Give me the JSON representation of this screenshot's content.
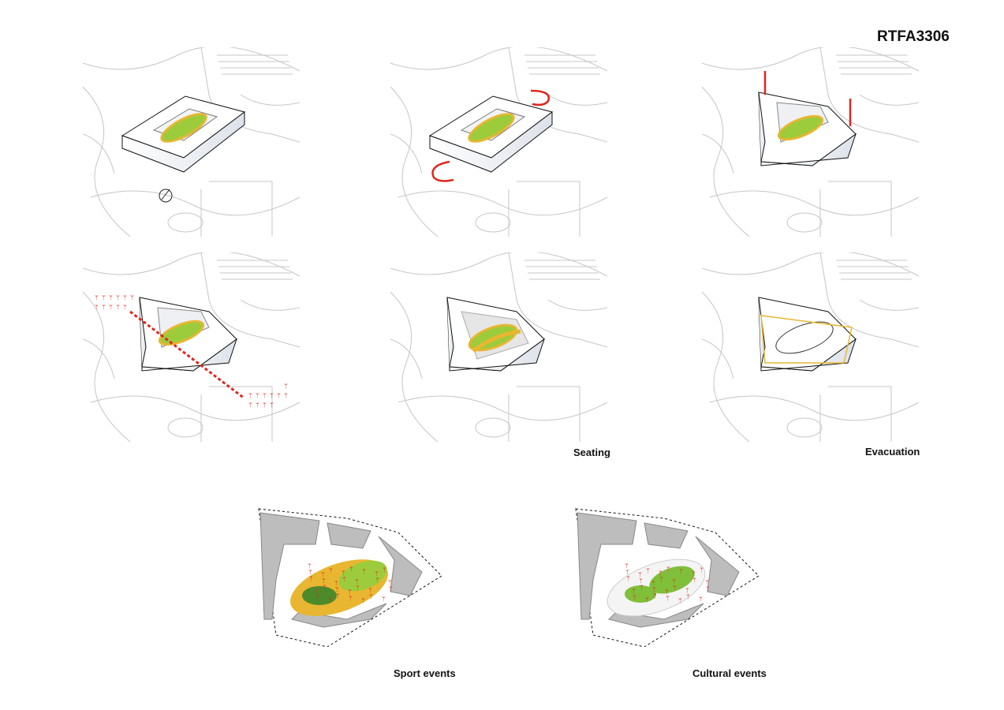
{
  "title": "RTFA3306",
  "captions": {
    "seating": "Seating",
    "evacuation": "Evacuation",
    "sport": "Sport events",
    "cultural": "Cultural events"
  },
  "colors": {
    "road": "#c9c4c6",
    "outline": "#111111",
    "field": "#9ccc3c",
    "track": "#e8b630",
    "arrow": "#e0261d",
    "facade": "#dde2ea"
  }
}
